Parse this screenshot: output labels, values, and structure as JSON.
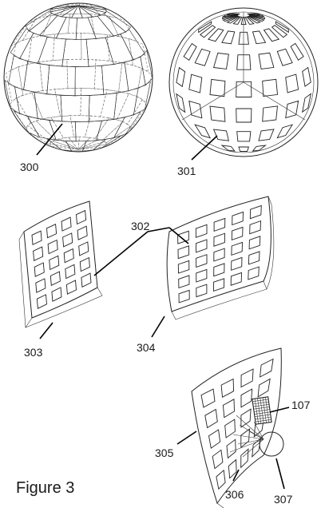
{
  "figure": {
    "caption": "Figure 3",
    "labels": {
      "sphere_faceted": "300",
      "sphere_windows": "301",
      "window_pattern": "302",
      "panel_left": "303",
      "panel_right": "304",
      "panel_curved": "305",
      "panel_edge": "306",
      "light_ball": "307",
      "grid_module": "107"
    }
  }
}
